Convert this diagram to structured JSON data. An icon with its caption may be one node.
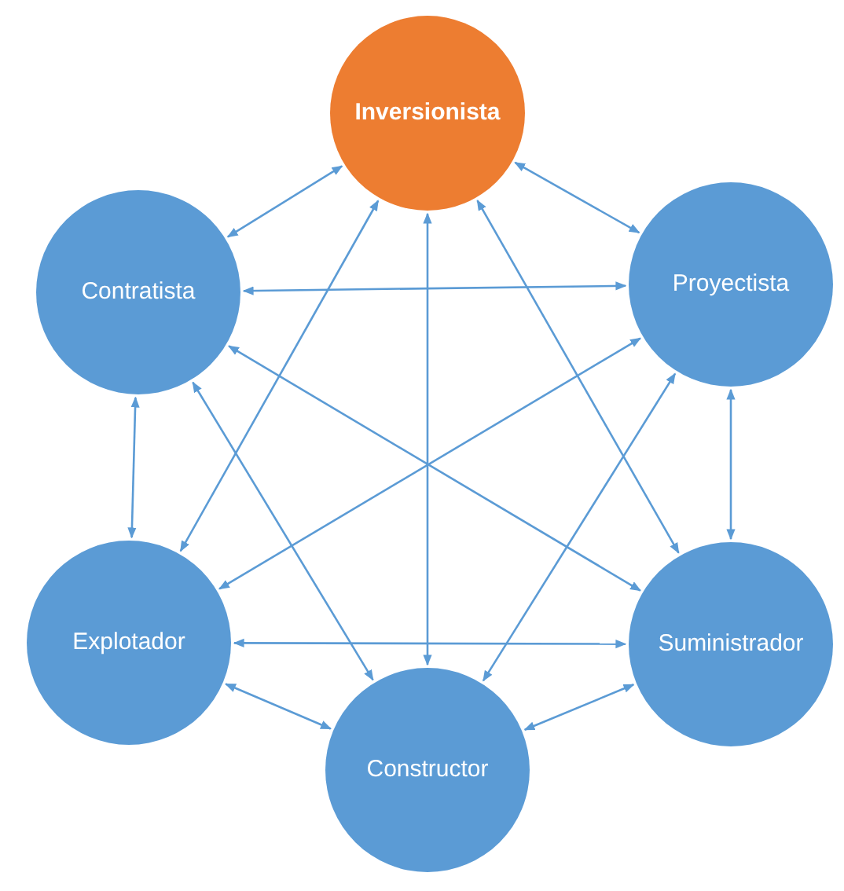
{
  "diagram": {
    "nodes": [
      {
        "text": [
          "Inversionista"
        ]
      },
      {
        "text": [
          "Contratista"
        ]
      },
      {
        "text": [
          "Proyectista"
        ]
      },
      {
        "text": [
          "Explotador"
        ]
      },
      {
        "text": [
          "Suministrador"
        ]
      },
      {
        "text": [
          "Constructor"
        ]
      }
    ],
    "edges": [
      {
        "from": 0,
        "to": 1,
        "arrow": "both"
      },
      {
        "from": 0,
        "to": 2,
        "arrow": "both"
      },
      {
        "from": 0,
        "to": 3,
        "arrow": "both"
      },
      {
        "from": 0,
        "to": 4,
        "arrow": "both"
      },
      {
        "from": 0,
        "to": 5,
        "arrow": "both"
      },
      {
        "from": 1,
        "to": 2,
        "arrow": "both"
      },
      {
        "from": 1,
        "to": 3,
        "arrow": "both"
      },
      {
        "from": 1,
        "to": 4,
        "arrow": "both"
      },
      {
        "from": 1,
        "to": 5,
        "arrow": "both"
      },
      {
        "from": 2,
        "to": 3,
        "arrow": "both"
      },
      {
        "from": 2,
        "to": 4,
        "arrow": "both"
      },
      {
        "from": 2,
        "to": 5,
        "arrow": "both"
      },
      {
        "from": 3,
        "to": 4,
        "arrow": "both"
      },
      {
        "from": 3,
        "to": 5,
        "arrow": "both"
      },
      {
        "from": 4,
        "to": 5,
        "arrow": "both"
      }
    ]
  }
}
